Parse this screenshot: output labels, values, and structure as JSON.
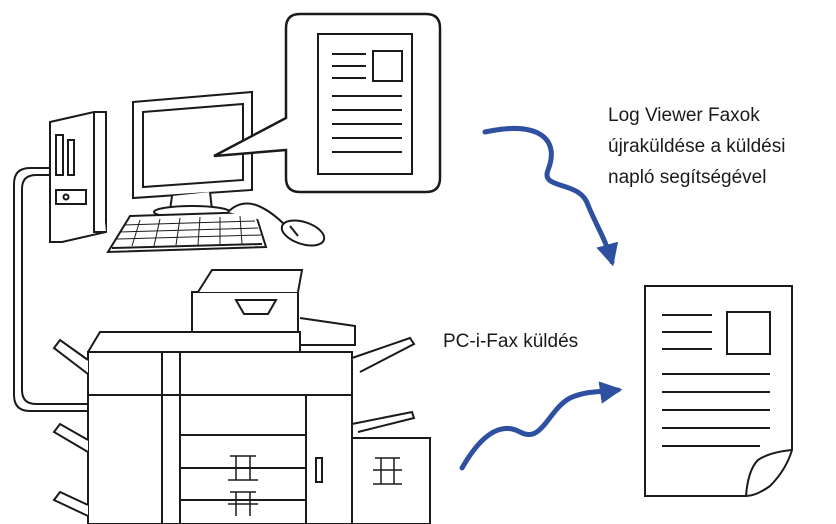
{
  "labels": {
    "log_viewer_line1": "Log Viewer Faxok",
    "log_viewer_line2": "újraküldése a küldési",
    "log_viewer_line3": "napló segítségével",
    "pc_fax": "PC-i-Fax küldés"
  },
  "colors": {
    "arrow": "#2f4fa0",
    "line": "#1a1a1a",
    "background": "#ffffff"
  },
  "icons": [
    "desktop-tower-icon",
    "monitor-icon",
    "keyboard-icon",
    "mouse-icon",
    "document-icon",
    "printer-icon",
    "curved-arrow-icon"
  ]
}
